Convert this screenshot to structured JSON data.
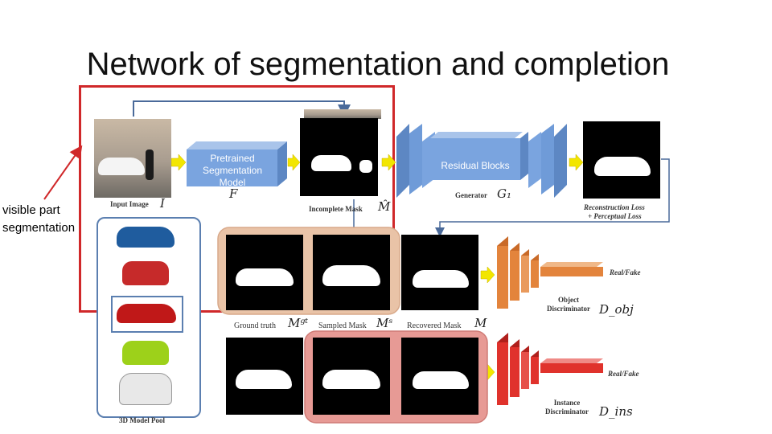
{
  "title": "Network of segmentation and completion",
  "note": "visible part segmentation",
  "pretrained": "Pretrained Segmentation Model",
  "residual": "Residual Blocks",
  "captions": {
    "input_image": "Input Image",
    "input_sym": "I",
    "f_sym": "F",
    "incomplete": "Incomplete Mask",
    "incomplete_sym": "M̂",
    "generator": "Generator",
    "generator_sym": "G₁",
    "recon_loss": "Reconstruction Loss",
    "percep_loss": "+ Perceptual Loss",
    "ground_truth": "Ground truth",
    "gt_sym": "Mᵍᵗ",
    "sampled": "Sampled Mask",
    "sampled_sym": "Mˢ",
    "recovered": "Recovered Mask",
    "recovered_sym": "M",
    "real_fake_1": "Real/Fake",
    "obj_disc": "Object Discriminator",
    "obj_sym": "D_obj",
    "real_fake_2": "Real/Fake",
    "ins_disc": "Instance Discriminator",
    "ins_sym": "D_ins",
    "pool": "3D Model Pool"
  },
  "colors": {
    "accent_red": "#d0282a",
    "blue_block": "#6f9bd8",
    "orange_block": "#e3843c",
    "red_block": "#e0322c",
    "arrow_yellow": "#f2e600",
    "peach_panel": "#e9c3a7",
    "pink_panel": "#e79a95"
  },
  "car_colors": [
    "#1f5c9e",
    "#c62a2a",
    "#c01818",
    "#9dd11a",
    "#e8e8e8"
  ]
}
